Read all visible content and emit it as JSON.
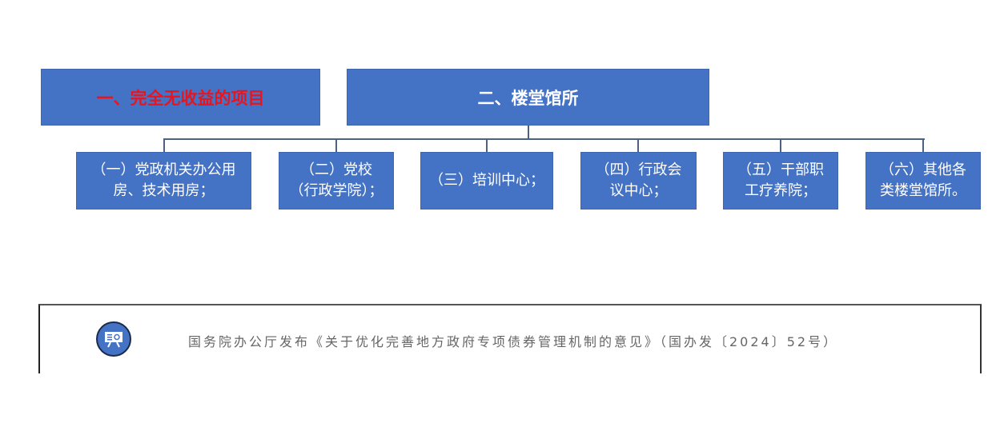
{
  "diagram": {
    "root_boxes": [
      {
        "label": "一、完全无收益的项目",
        "color": "#e8141e"
      },
      {
        "label": "二、楼堂馆所",
        "color": "#ffffff"
      }
    ],
    "children": [
      {
        "label": "（一）党政机关办公用房、技术用房；"
      },
      {
        "label": "（二）党校（行政学院）；"
      },
      {
        "label": "（三）培训中心；"
      },
      {
        "label": "（四）行政会议中心；"
      },
      {
        "label": "（五）干部职工疗养院；"
      },
      {
        "label": "（六）其他各类楼堂馆所。"
      }
    ],
    "box_color": "#4472c4"
  },
  "source_note": {
    "icon": "presentation-board-icon",
    "text": "国务院办公厅发布《关于优化完善地方政府专项债券管理机制的意见》（国办发〔2024〕52号）"
  }
}
